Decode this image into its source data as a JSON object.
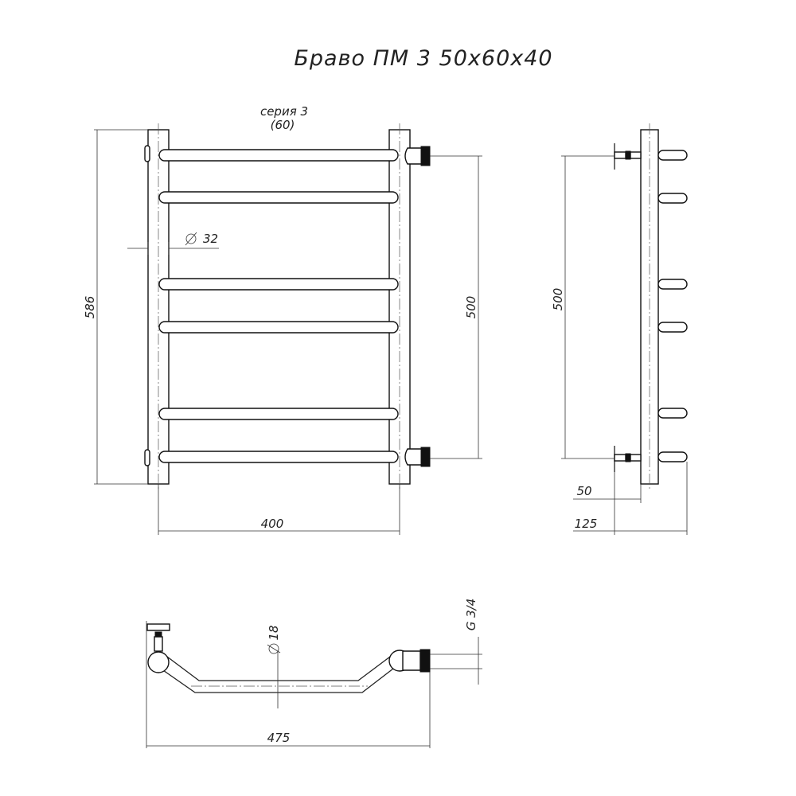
{
  "title": "Браво ПМ 3 50х60х40",
  "series_label": "серия 3",
  "series_sub": "(60)",
  "dimensions": {
    "pipe_diameter": "32",
    "total_height": "586",
    "connection_distance_front": "500",
    "connection_distance_side": "500",
    "width": "400",
    "wall_offset_50": "50",
    "wall_offset_125": "125",
    "thread": "G 3/4",
    "rung_diameter": "18",
    "total_width_top": "475"
  },
  "icons": {
    "diameter": "diameter-symbol-icon"
  },
  "colors": {
    "line": "#222222",
    "background": "#ffffff"
  }
}
